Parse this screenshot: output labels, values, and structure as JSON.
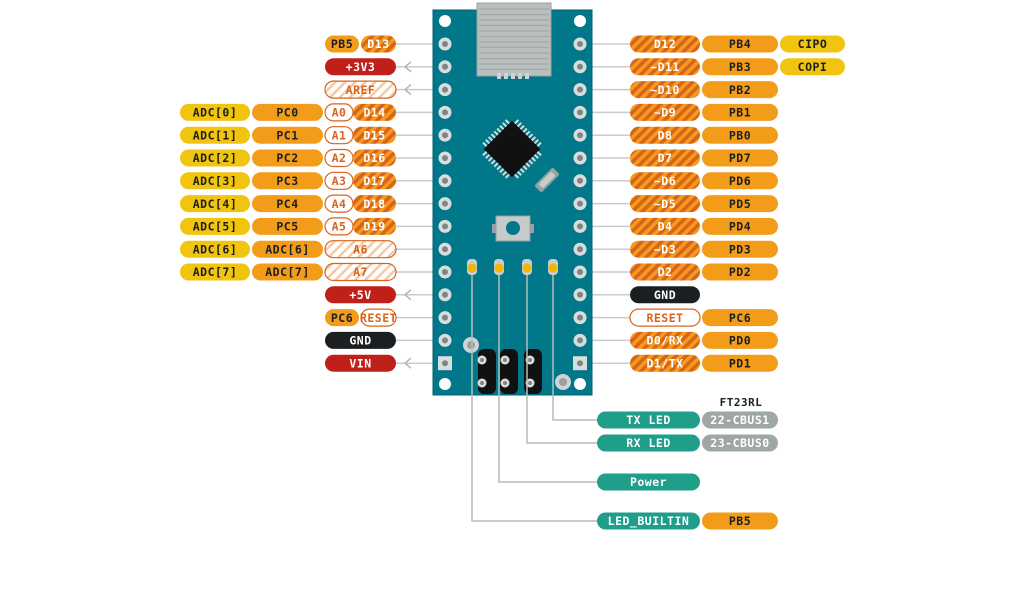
{
  "colors": {
    "board": "#00788a",
    "board_edge": "#005f6e",
    "orange": "#f39c1a",
    "orange_dark": "#d9631e",
    "yellow": "#f1c40f",
    "red": "#c0201a",
    "black": "#1c1f21",
    "teal": "#1f9e8a",
    "gray": "#9fa6a6",
    "white": "#ffffff",
    "text_dark": "#1c1f21",
    "pad": "#dfe3e3",
    "led_yellow": "#f5b400"
  },
  "left_pins": [
    {
      "labels": [
        {
          "text": "PB5",
          "style": "orange"
        },
        {
          "text": "D13",
          "style": "hatch"
        }
      ]
    },
    {
      "labels": [
        {
          "text": "+3V3",
          "style": "red"
        }
      ],
      "arrow": true
    },
    {
      "labels": [
        {
          "text": "AREF",
          "style": "outline-hatch"
        }
      ],
      "arrow": true
    },
    {
      "labels": [
        {
          "text": "ADC[0]",
          "style": "yellow"
        },
        {
          "text": "PC0",
          "style": "orange"
        },
        {
          "text": "A0",
          "style": "outline"
        },
        {
          "text": "D14",
          "style": "hatch"
        }
      ]
    },
    {
      "labels": [
        {
          "text": "ADC[1]",
          "style": "yellow"
        },
        {
          "text": "PC1",
          "style": "orange"
        },
        {
          "text": "A1",
          "style": "outline"
        },
        {
          "text": "D15",
          "style": "hatch"
        }
      ]
    },
    {
      "labels": [
        {
          "text": "ADC[2]",
          "style": "yellow"
        },
        {
          "text": "PC2",
          "style": "orange"
        },
        {
          "text": "A2",
          "style": "outline"
        },
        {
          "text": "D16",
          "style": "hatch"
        }
      ]
    },
    {
      "labels": [
        {
          "text": "ADC[3]",
          "style": "yellow"
        },
        {
          "text": "PC3",
          "style": "orange"
        },
        {
          "text": "A3",
          "style": "outline"
        },
        {
          "text": "D17",
          "style": "hatch"
        }
      ]
    },
    {
      "labels": [
        {
          "text": "ADC[4]",
          "style": "yellow"
        },
        {
          "text": "PC4",
          "style": "orange"
        },
        {
          "text": "A4",
          "style": "outline"
        },
        {
          "text": "D18",
          "style": "hatch"
        }
      ]
    },
    {
      "labels": [
        {
          "text": "ADC[5]",
          "style": "yellow"
        },
        {
          "text": "PC5",
          "style": "orange"
        },
        {
          "text": "A5",
          "style": "outline"
        },
        {
          "text": "D19",
          "style": "hatch"
        }
      ]
    },
    {
      "labels": [
        {
          "text": "ADC[6]",
          "style": "yellow"
        },
        {
          "text": "ADC[6]",
          "style": "orange"
        },
        {
          "text": "A6",
          "style": "outline-hatch"
        }
      ]
    },
    {
      "labels": [
        {
          "text": "ADC[7]",
          "style": "yellow"
        },
        {
          "text": "ADC[7]",
          "style": "orange"
        },
        {
          "text": "A7",
          "style": "outline-hatch"
        }
      ]
    },
    {
      "labels": [
        {
          "text": "+5V",
          "style": "red"
        }
      ],
      "arrow": true
    },
    {
      "labels": [
        {
          "text": "PC6",
          "style": "orange"
        },
        {
          "text": "RESET",
          "style": "outline"
        }
      ]
    },
    {
      "labels": [
        {
          "text": "GND",
          "style": "black"
        }
      ]
    },
    {
      "labels": [
        {
          "text": "VIN",
          "style": "red"
        }
      ],
      "arrow": true
    }
  ],
  "right_pins": [
    {
      "labels": [
        {
          "text": "D12",
          "style": "hatch"
        },
        {
          "text": "PB4",
          "style": "orange"
        },
        {
          "text": "CIPO",
          "style": "yellow"
        }
      ]
    },
    {
      "labels": [
        {
          "text": "~D11",
          "style": "hatch"
        },
        {
          "text": "PB3",
          "style": "orange"
        },
        {
          "text": "COPI",
          "style": "yellow"
        }
      ]
    },
    {
      "labels": [
        {
          "text": "~D10",
          "style": "hatch"
        },
        {
          "text": "PB2",
          "style": "orange"
        }
      ]
    },
    {
      "labels": [
        {
          "text": "~D9",
          "style": "hatch"
        },
        {
          "text": "PB1",
          "style": "orange"
        }
      ]
    },
    {
      "labels": [
        {
          "text": "D8",
          "style": "hatch"
        },
        {
          "text": "PB0",
          "style": "orange"
        }
      ]
    },
    {
      "labels": [
        {
          "text": "D7",
          "style": "hatch"
        },
        {
          "text": "PD7",
          "style": "orange"
        }
      ]
    },
    {
      "labels": [
        {
          "text": "~D6",
          "style": "hatch"
        },
        {
          "text": "PD6",
          "style": "orange"
        }
      ]
    },
    {
      "labels": [
        {
          "text": "~D5",
          "style": "hatch"
        },
        {
          "text": "PD5",
          "style": "orange"
        }
      ]
    },
    {
      "labels": [
        {
          "text": "D4",
          "style": "hatch"
        },
        {
          "text": "PD4",
          "style": "orange"
        }
      ]
    },
    {
      "labels": [
        {
          "text": "~D3",
          "style": "hatch"
        },
        {
          "text": "PD3",
          "style": "orange"
        }
      ]
    },
    {
      "labels": [
        {
          "text": "D2",
          "style": "hatch"
        },
        {
          "text": "PD2",
          "style": "orange"
        }
      ]
    },
    {
      "labels": [
        {
          "text": "GND",
          "style": "black"
        }
      ]
    },
    {
      "labels": [
        {
          "text": "RESET",
          "style": "outline"
        },
        {
          "text": "PC6",
          "style": "orange"
        }
      ]
    },
    {
      "labels": [
        {
          "text": "D0/RX",
          "style": "hatch"
        },
        {
          "text": "PD0",
          "style": "orange"
        }
      ]
    },
    {
      "labels": [
        {
          "text": "D1/TX",
          "style": "hatch"
        },
        {
          "text": "PD1",
          "style": "orange"
        }
      ]
    }
  ],
  "ft_header": "FT23RL",
  "leds": [
    {
      "labels": [
        {
          "text": "TX LED",
          "style": "teal"
        },
        {
          "text": "22-CBUS1",
          "style": "gray"
        }
      ]
    },
    {
      "labels": [
        {
          "text": "RX LED",
          "style": "teal"
        },
        {
          "text": "23-CBUS0",
          "style": "gray"
        }
      ]
    },
    {
      "labels": [
        {
          "text": "Power",
          "style": "teal"
        }
      ]
    },
    {
      "labels": [
        {
          "text": "LED_BUILTIN",
          "style": "teal"
        },
        {
          "text": "PB5",
          "style": "orange"
        }
      ]
    }
  ]
}
